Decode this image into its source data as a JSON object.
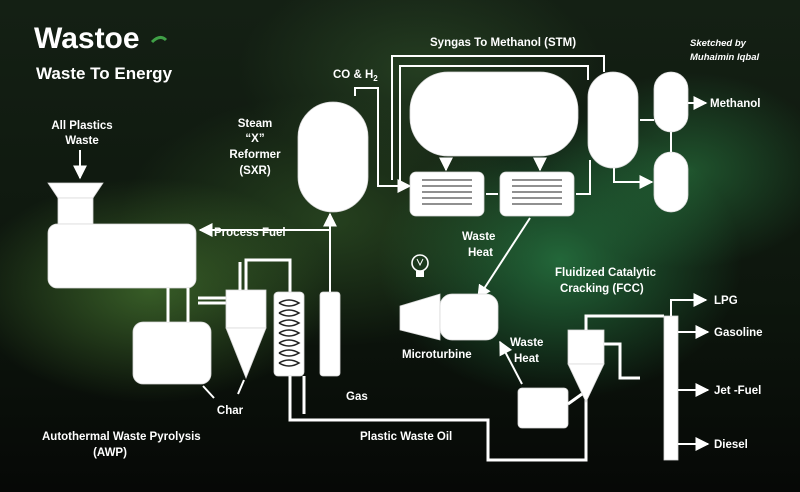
{
  "brand": {
    "logo_text": "Wastoe",
    "tagline": "Waste To Energy"
  },
  "credit": {
    "line1": "Sketched by",
    "line2": "Muhaimin Iqbal"
  },
  "labels": {
    "all_plastics_line1": "All Plastics",
    "all_plastics_line2": "Waste",
    "process_fuel": "Process Fuel",
    "steam_line1": "Steam",
    "steam_line2": "“X”",
    "steam_line3": "Reformer",
    "steam_line4": "(SXR)",
    "co_h2_prefix": "CO & H",
    "co_h2_sub": "2",
    "stm_title": "Syngas To Methanol (STM)",
    "methanol": "Methanol",
    "waste_heat_top_line1": "Waste",
    "waste_heat_top_line2": "Heat",
    "microturbine": "Microturbine",
    "fcc_line1": "Fluidized Catalytic",
    "fcc_line2": "Cracking (FCC)",
    "waste_heat_fcc_line1": "Waste",
    "waste_heat_fcc_line2": "Heat",
    "lpg": "LPG",
    "gasoline": "Gasoline",
    "jet_fuel": "Jet -Fuel",
    "diesel": "Diesel",
    "char": "Char",
    "gas": "Gas",
    "plastic_waste_oil": "Plastic Waste Oil",
    "awp_line1": "Autothermal  Waste Pyrolysis",
    "awp_line2": "(AWP)"
  },
  "icons": {
    "bulb": "lightbulb-icon"
  },
  "colors": {
    "equipment": "#ffffff",
    "text": "#ffffff",
    "background": "#0d160d"
  }
}
